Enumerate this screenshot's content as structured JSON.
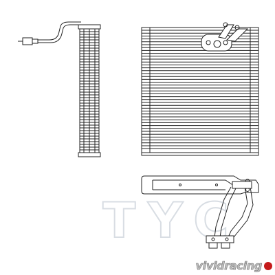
{
  "watermark": {
    "text": "TYC"
  },
  "brand": {
    "text": "vividracing",
    "accent_color": "#c51a1a"
  },
  "colors": {
    "line": "#222222",
    "watermark": "#d8dde3"
  },
  "views": [
    {
      "name": "side-view",
      "icon": "evaporator-side-icon"
    },
    {
      "name": "front-view",
      "icon": "evaporator-front-icon"
    },
    {
      "name": "top-view",
      "icon": "evaporator-top-icon"
    }
  ]
}
